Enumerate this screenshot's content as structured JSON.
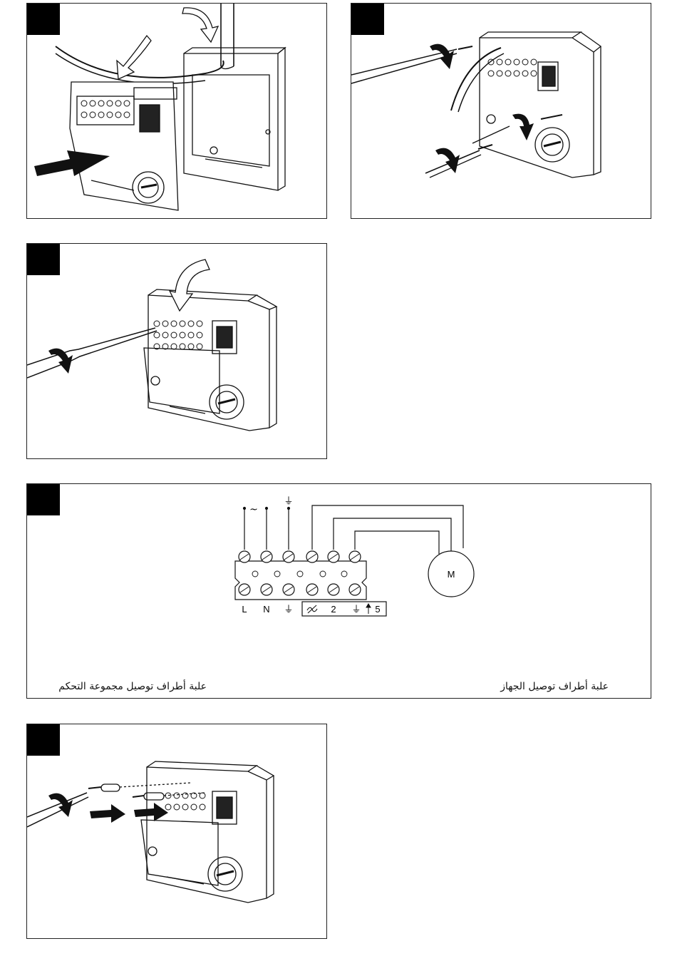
{
  "document": {
    "page_background": "#ffffff",
    "ink_color": "#111111"
  },
  "steps": [
    {
      "number": ""
    },
    {
      "number": ""
    },
    {
      "number": ""
    },
    {
      "number": ""
    },
    {
      "number": ""
    }
  ],
  "wiring": {
    "supply_symbol": "~",
    "earth_symbol": "⏚",
    "terminal_labels_left": [
      "L",
      "N",
      "⏚"
    ],
    "terminal_labels_right": [
      "2",
      "⏚",
      "5"
    ],
    "motor_label": "M",
    "caption_left": "علبة أطراف توصيل مجموعة التحكم",
    "caption_right": "علبة أطراف توصيل الجهاز"
  }
}
